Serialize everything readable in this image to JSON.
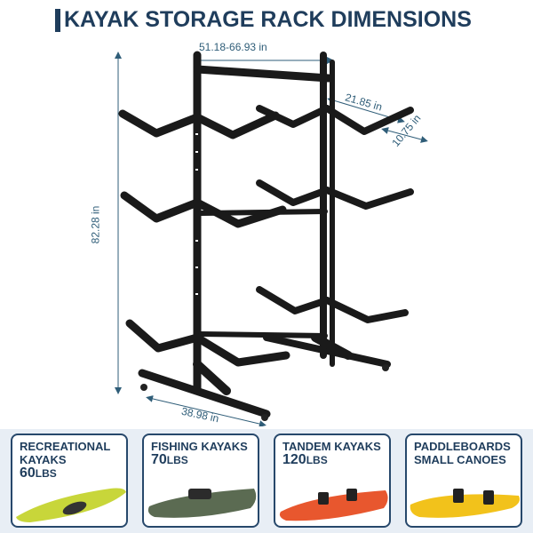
{
  "title": {
    "bar": "|",
    "text": "KAYAK STORAGE RACK DIMENSIONS"
  },
  "dimensions": {
    "width": "51.18-66.93 in",
    "arm_length": "21.85 in",
    "arm_width": "10.75 in",
    "height": "82.28 in",
    "depth": "38.98 in"
  },
  "cards": [
    {
      "line1": "RECREATIONAL",
      "line2": "KAYAKS",
      "weight": "60",
      "unit": "LBS",
      "boat_color": "#c8d63a"
    },
    {
      "line1": "FISHING KAYAKS",
      "line2": "",
      "weight": "70",
      "unit": "LBS",
      "boat_color": "#5b6b52"
    },
    {
      "line1": "TANDEM KAYAKS",
      "line2": "",
      "weight": "120",
      "unit": "LBS",
      "boat_color": "#e8572e"
    },
    {
      "line1": "PADDLEBOARDS",
      "line2": "SMALL CANOES",
      "weight": "",
      "unit": "",
      "boat_color": "#f2c21b"
    }
  ],
  "colors": {
    "brand": "#1f3d5c",
    "rack": "#1a1a1a",
    "dimension": "#2f5d78",
    "band": "#e8eef5"
  }
}
